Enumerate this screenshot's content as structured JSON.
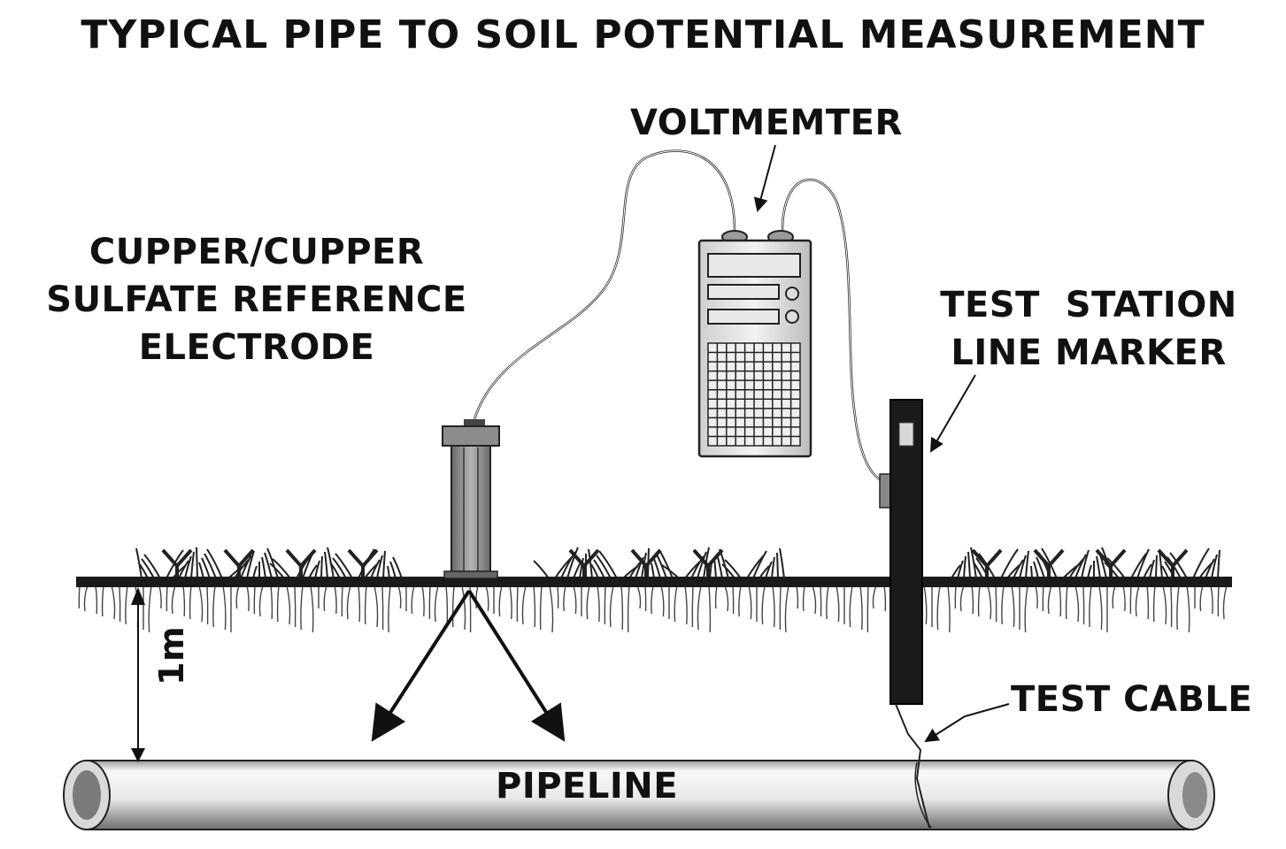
{
  "title": "TYPICAL PIPE TO SOIL POTENTIAL MEASUREMENT",
  "labels": {
    "voltmeter": "VOLTMEMTER",
    "electrode": [
      "CUPPER/CUPPER",
      "SULFATE REFERENCE",
      "ELECTRODE"
    ],
    "test_station": [
      "TEST  STATION",
      "LINE MARKER"
    ],
    "test_cable": "TEST CABLE",
    "pipeline": "PIPELINE",
    "depth": "1m"
  },
  "colors": {
    "ink": "#111111",
    "electrode_body": "#8a8a8a",
    "meter_body": "#dcdcdc",
    "marker_post": "#1a1a1a",
    "pipe_light": "#f6f6f6",
    "pipe_dark": "#7a7a7a"
  }
}
